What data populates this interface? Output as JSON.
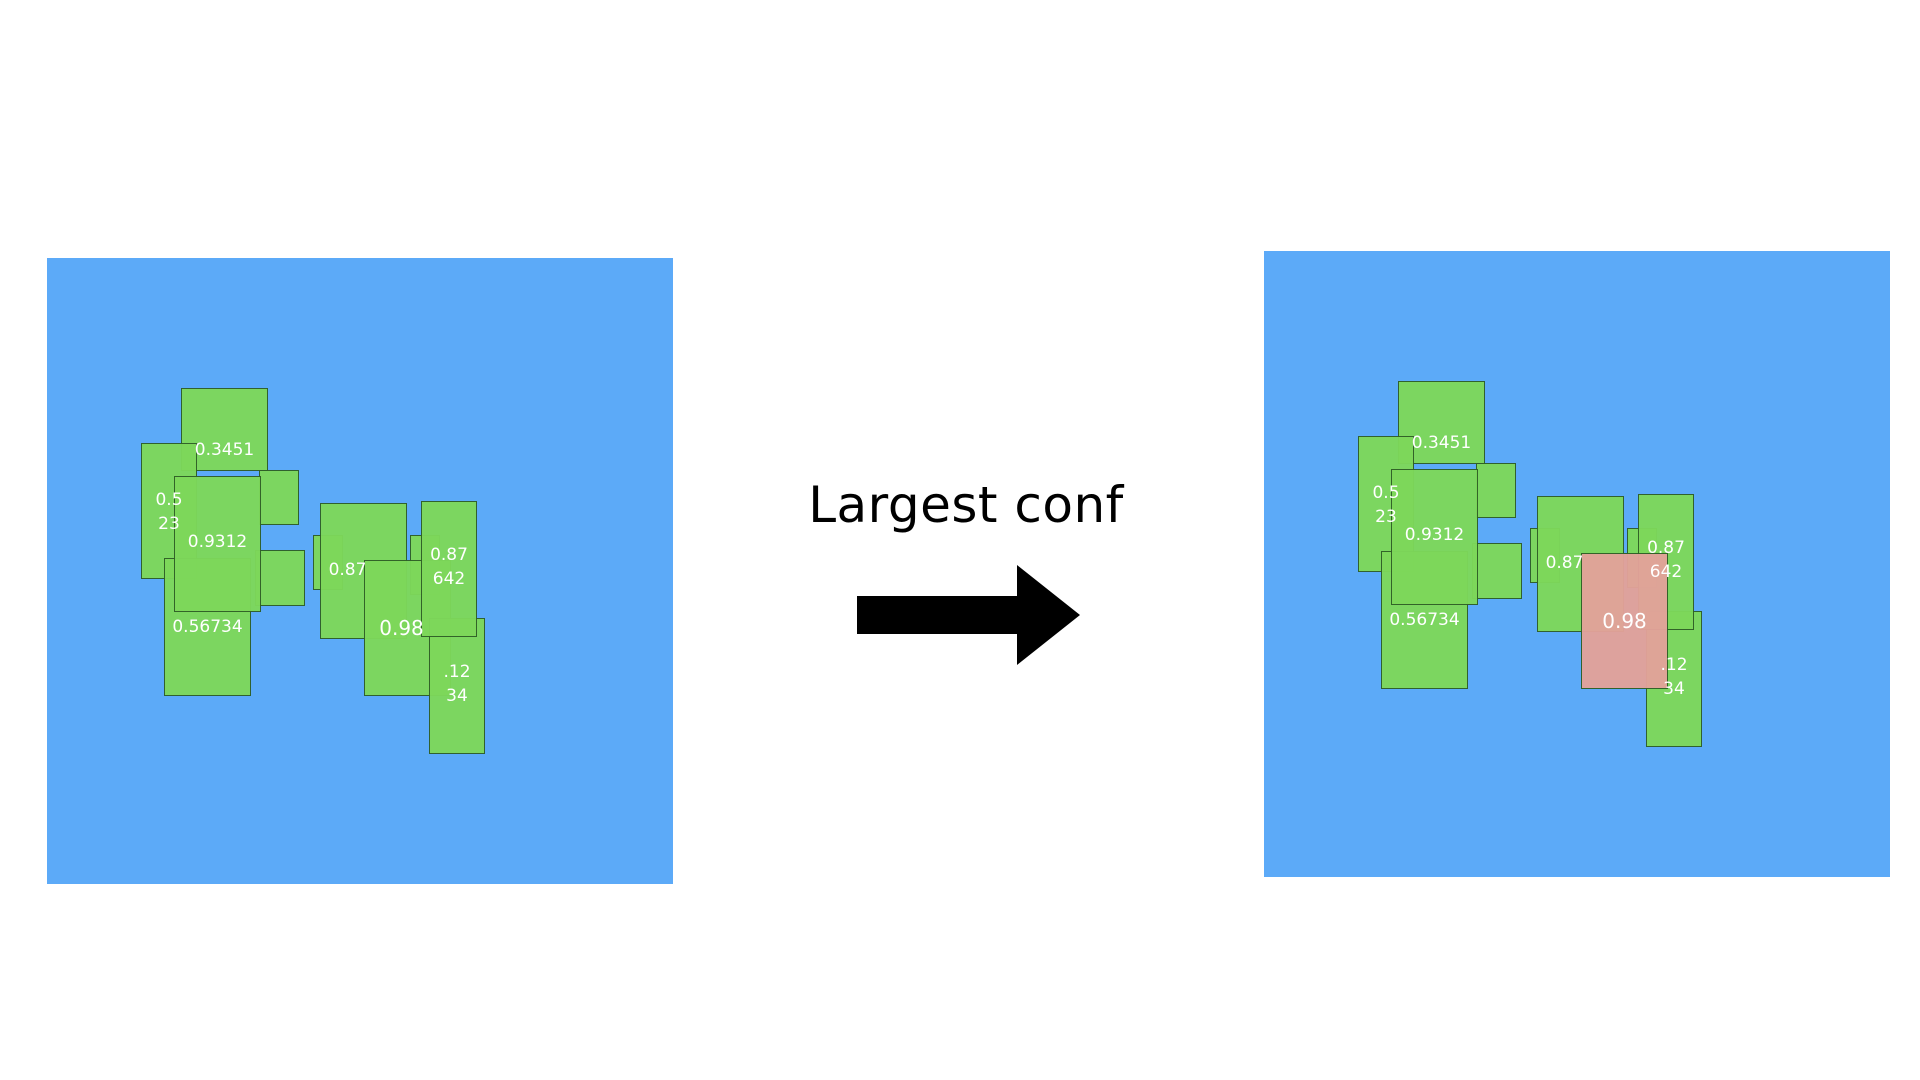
{
  "caption": "Largest conf",
  "icons": {
    "arrow": "right-arrow-icon"
  },
  "colors": {
    "background": "#ffffff",
    "panel": "#5caaf8",
    "box_fill": "#7ed85a",
    "box_selected_fill": "#e3a29a",
    "box_border": "#2f5f26",
    "label": "#ffffff",
    "arrow": "#000000"
  },
  "panels": [
    {
      "id": "before",
      "boxes": [
        {
          "label": "0.3451",
          "selected": false
        },
        {
          "label": "",
          "selected": false
        },
        {
          "label": "0.5\n23",
          "selected": false
        },
        {
          "label": "",
          "selected": false
        },
        {
          "label": "0.56734",
          "selected": false
        },
        {
          "label": "0.9312",
          "selected": false
        },
        {
          "label": "",
          "selected": false
        },
        {
          "label": "0.87",
          "selected": false
        },
        {
          "label": "",
          "selected": false
        },
        {
          "label": "0.98",
          "selected": false
        },
        {
          "label": ".12\n34",
          "selected": false
        },
        {
          "label": "0.87\n642",
          "selected": false
        }
      ]
    },
    {
      "id": "after",
      "boxes": [
        {
          "label": "0.3451",
          "selected": false
        },
        {
          "label": "",
          "selected": false
        },
        {
          "label": "0.5\n23",
          "selected": false
        },
        {
          "label": "",
          "selected": false
        },
        {
          "label": "0.56734",
          "selected": false
        },
        {
          "label": "0.9312",
          "selected": false
        },
        {
          "label": "",
          "selected": false
        },
        {
          "label": "0.87",
          "selected": false
        },
        {
          "label": "",
          "selected": false
        },
        {
          "label": ".12\n34",
          "selected": false
        },
        {
          "label": "0.87\n642",
          "selected": false
        },
        {
          "label": "0.98",
          "selected": true
        }
      ]
    }
  ]
}
